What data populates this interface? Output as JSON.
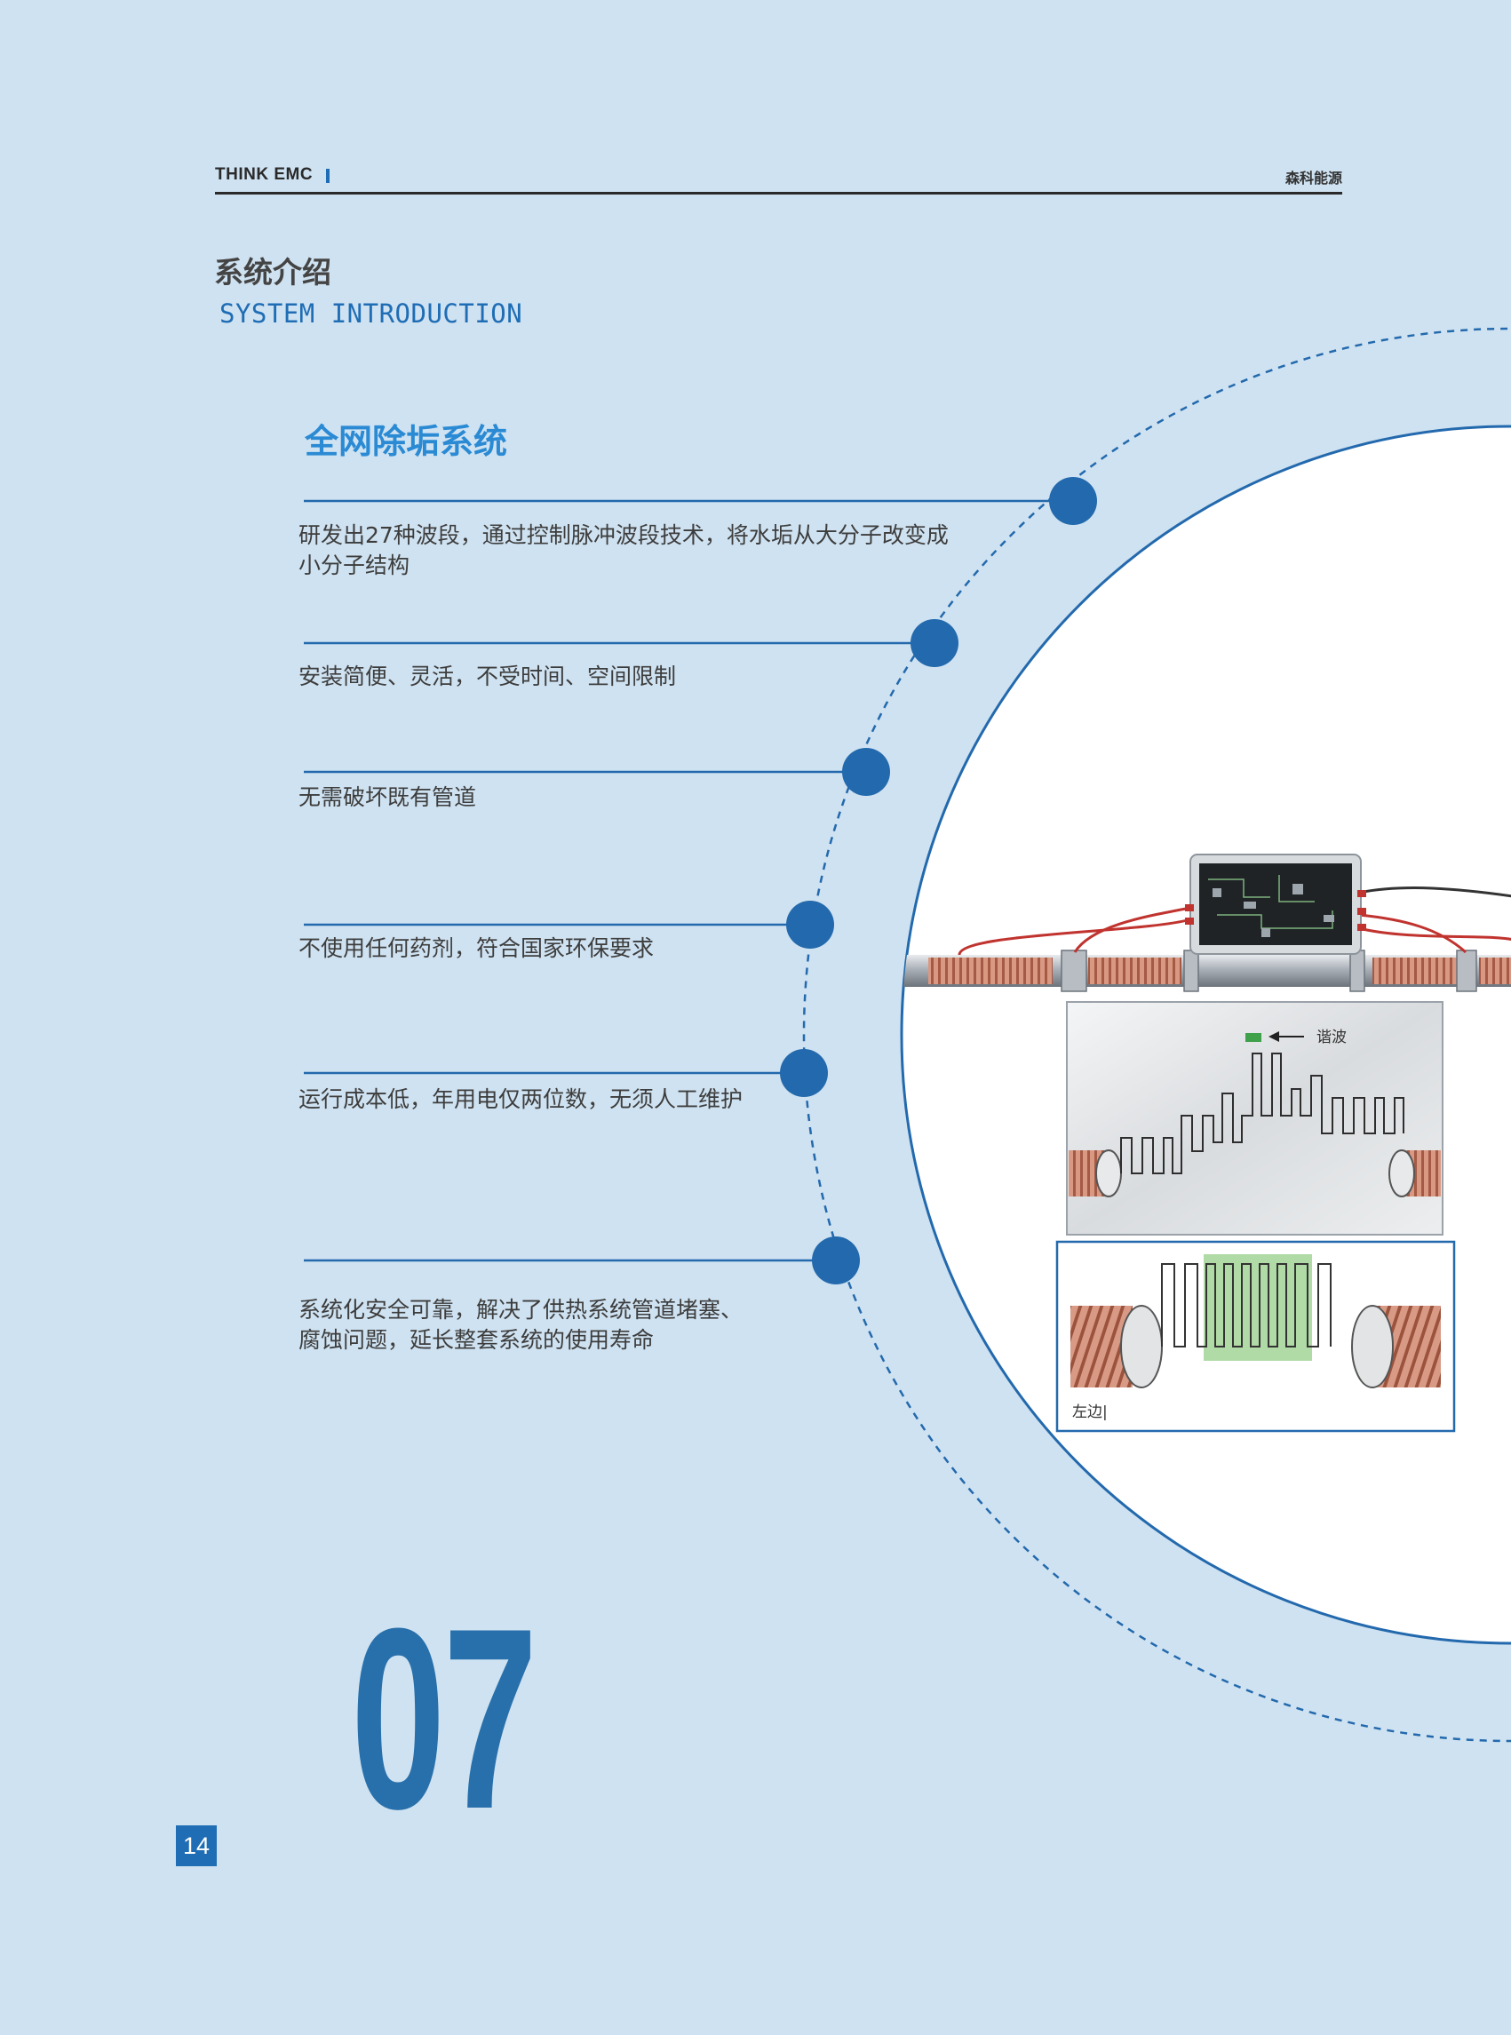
{
  "header": {
    "brand": "THINK EMC",
    "company": "森科能源"
  },
  "section": {
    "title_cn": "系统介绍",
    "title_en": "SYSTEM INTRODUCTION"
  },
  "system_title": "全网除垢系统",
  "features": [
    {
      "line1": "研发出27种波段，通过控制脉冲波段技术，将水垢从大分子改变成",
      "line2": "小分子结构"
    },
    {
      "line1": "安装简便、灵活，不受时间、空间限制",
      "line2": ""
    },
    {
      "line1": "无需破坏既有管道",
      "line2": ""
    },
    {
      "line1": "不使用任何药剂，符合国家环保要求",
      "line2": ""
    },
    {
      "line1": "运行成本低，年用电仅两位数，无须人工维护",
      "line2": ""
    },
    {
      "line1": "系统化安全可靠，解决了供热系统管道堵塞、",
      "line2": "腐蚀问题，延长整套系统的使用寿命"
    }
  ],
  "diagram": {
    "label_wave": "谐波",
    "label_left": "左边|"
  },
  "chapter_number": "07",
  "page_number": "14",
  "colors": {
    "background": "#cfe2f1",
    "accent": "#1f6db5",
    "title_blue": "#2a8ad4",
    "dot_blue": "#2369ad"
  }
}
